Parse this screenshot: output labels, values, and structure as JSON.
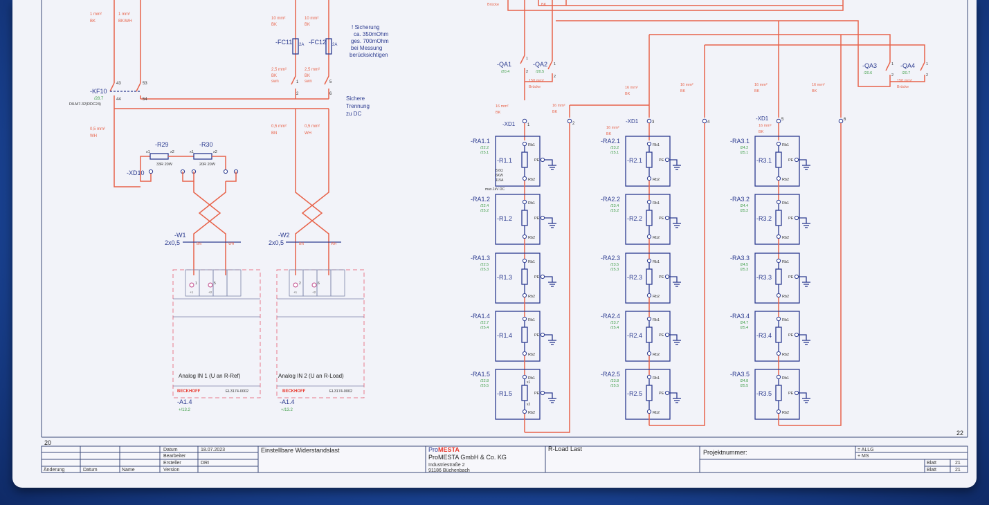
{
  "colors": {
    "wire": "#e8634a",
    "device": "#2b3a8f",
    "ref": "#3d9d46",
    "frame": "#3b4a78",
    "brand": "#e83a2e"
  },
  "wire_labels": {
    "tl1": "1 mm²",
    "tl2": "1 mm²",
    "tl1b": "BK",
    "tl2b": "BK/WH",
    "fc1": "10 mm²",
    "fc2": "10 mm²",
    "fc1b": "BK",
    "fc2b": "BK",
    "bru1": "Brücke",
    "bk1": "BK",
    "w25a": "2,5 mm²",
    "w25b": "2,5 mm²",
    "w25a2": "BK",
    "w25b2": "BK",
    "w25a3": "swn",
    "w25b3": "swn",
    "w05a": "0,5 mm²",
    "w05b": "0,5 mm²",
    "w05a2": "WH",
    "w05b2": "BN",
    "w05c": "0,5 mm²",
    "w05c2": "BN",
    "w05d": "0,5 mm²",
    "w05d2": "WH",
    "q150a": "150 mm²",
    "q150a2": "Brücke",
    "q150b": "150 mm²",
    "q150b2": "Brücke",
    "m16a": "16 mm²",
    "m16a2": "BK",
    "m16b": "16 mm²",
    "m16b2": "BK",
    "m16c": "16 mm²",
    "m16c2": "BK",
    "m16d": "16 mm²",
    "m16d2": "BK",
    "m16e": "16 mm²",
    "m16e2": "BK",
    "m16f": "16 mm²",
    "m16f2": "BK",
    "m16g": "16 mm²",
    "m16g2": "BK",
    "m16h": "16 mm²",
    "m16h2": "BK",
    "c1": "BN",
    "c2": "BN",
    "c3": "WH",
    "c4": "WH"
  },
  "note": {
    "l1": "! Sicherung",
    "l2": "ca. 350mOhm",
    "l3": "ges. 700mOhm",
    "l4": "bei Messung",
    "l5": "berücksichtigen"
  },
  "trennung": {
    "l1": "Sichere",
    "l2": "Trennung",
    "l3": "zu DC"
  },
  "left_devices": {
    "kf10": "-KF10",
    "kf10_ref": "/28.7",
    "kf10_type": "DILM7-32(RDC24)",
    "kf10_p1": "43",
    "kf10_p2": "44",
    "kf10_p3": "53",
    "kf10_p4": "54",
    "fc11": "-FC11",
    "fc11_r": "2A",
    "fc12": "-FC12",
    "fc12_r": "2A",
    "fc_p1": "1",
    "fc_p2": "2",
    "fc_p3": "5",
    "fc_p4": "6",
    "r29": "-R29",
    "r29_v": "33R 20W",
    "r30": "-R30",
    "r30_v": "20R 20W",
    "x1": "x1",
    "x2": "x2",
    "x3": "x1",
    "x4": "x2",
    "xd10": "-XD10",
    "w1": "-W1",
    "w1s": "2x0,5",
    "w2": "-W2",
    "w2s": "2x0,5",
    "a14": "-A1.4",
    "a14_ref": "+/13.2",
    "a14b": "-A1.4",
    "a14b_ref": "+/13.2",
    "an1": "Analog IN 1 (U an R-Ref)",
    "an2": "Analog IN 2 (U an R-Load)",
    "brand1": "BECKHOFF",
    "mod1": "EL3174-0002",
    "brand2": "BECKHOFF",
    "mod2": "EL3174-0002",
    "t1": "1",
    "t2": "5",
    "t3": "2",
    "t4": "6",
    "p1": "+1",
    "p2": "+2",
    "p3": "+1",
    "p4": "+2"
  },
  "switches": {
    "qa1": "-QA1",
    "qa1_ref": "/20.4",
    "qa2": "-QA2",
    "qa2_ref": "/20.5",
    "qa3": "-QA3",
    "qa3_ref": "/20.6",
    "qa4": "-QA4",
    "qa4_ref": "/20.7",
    "p1": "1",
    "p2": "2"
  },
  "terminals": {
    "xd1": "-XD1",
    "xd2": "-XD1",
    "xd3": "-XD1",
    "n1": "1",
    "n2": "2",
    "n3": "3",
    "n4": "4",
    "n5": "5",
    "n6": "6"
  },
  "r11": {
    "l1": "8,6Ω",
    "l2": "6KW",
    "l3": "115A",
    "l4": "max.1kV DC"
  },
  "rb1": "Rb1",
  "rb2": "Rb2",
  "pe": "PE",
  "x1": "x1",
  "x2": "x2",
  "col1": [
    {
      "tag": "-RA1.1",
      "ref1": "/22.2",
      "ref2": "/25.1",
      "name": "-R1.1"
    },
    {
      "tag": "-RA1.2",
      "ref1": "/22.4",
      "ref2": "/25.2",
      "name": "-R1.2"
    },
    {
      "tag": "-RA1.3",
      "ref1": "/22.5",
      "ref2": "/25.3",
      "name": "-R1.3"
    },
    {
      "tag": "-RA1.4",
      "ref1": "/22.7",
      "ref2": "/25.4",
      "name": "-R1.4"
    },
    {
      "tag": "-RA1.5",
      "ref1": "/22.8",
      "ref2": "/25.5",
      "name": "-R1.5"
    }
  ],
  "col2": [
    {
      "tag": "-RA2.1",
      "ref1": "/23.2",
      "ref2": "/25.1",
      "name": "-R2.1"
    },
    {
      "tag": "-RA2.2",
      "ref1": "/23.4",
      "ref2": "/25.2",
      "name": "-R2.2"
    },
    {
      "tag": "-RA2.3",
      "ref1": "/23.5",
      "ref2": "/25.3",
      "name": "-R2.3"
    },
    {
      "tag": "-RA2.4",
      "ref1": "/23.7",
      "ref2": "/25.4",
      "name": "-R2.4"
    },
    {
      "tag": "-RA2.5",
      "ref1": "/23.8",
      "ref2": "/25.5",
      "name": "-R2.5"
    }
  ],
  "col3": [
    {
      "tag": "-RA3.1",
      "ref1": "/24.2",
      "ref2": "/25.1",
      "name": "-R3.1"
    },
    {
      "tag": "-RA3.2",
      "ref1": "/24.4",
      "ref2": "/25.2",
      "name": "-R3.2"
    },
    {
      "tag": "-RA3.3",
      "ref1": "/24.5",
      "ref2": "/25.3",
      "name": "-R3.3"
    },
    {
      "tag": "-RA3.4",
      "ref1": "/24.7",
      "ref2": "/25.4",
      "name": "-R3.4"
    },
    {
      "tag": "-RA3.5",
      "ref1": "/24.8",
      "ref2": "/25.5",
      "name": "-R3.5"
    }
  ],
  "page": {
    "prev": "20",
    "next": "22"
  },
  "titleblock": {
    "datum_label": "Datum",
    "datum": "18.07.2023",
    "bearb_label": "Bearbeiter",
    "ersteller_label": "Ersteller",
    "ersteller": "DRI",
    "version_label": "Version",
    "aenderung": "Änderung",
    "datum2": "Datum",
    "name": "Name",
    "title": "Einstellbare Widerstandslast",
    "brand_a": "Pro",
    "brand_b": "MESTA",
    "company": "ProMESTA GmbH & Co. KG",
    "street": "Industriestraße 2",
    "city": "91186 Büchenbach",
    "subtitle": "R-Load Last",
    "projekt": "Projektnummer:",
    "eq": "= ALLG",
    "plus": "+ MS",
    "blatt": "Blatt",
    "blatt_no": "21",
    "blatt2": "Blatt",
    "blatt_total": "21"
  }
}
